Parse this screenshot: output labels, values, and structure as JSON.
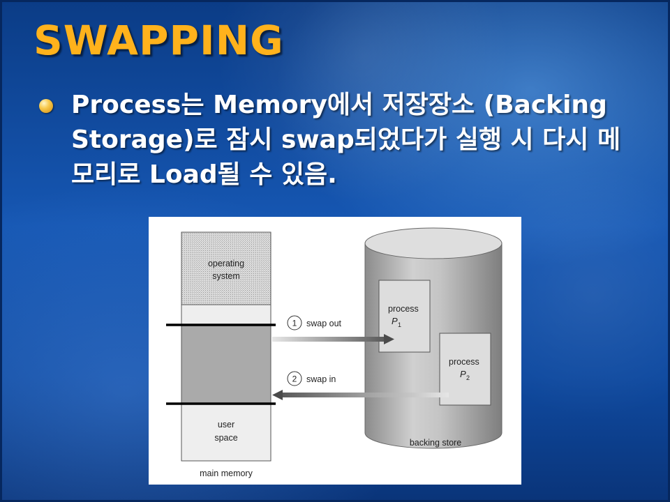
{
  "slide": {
    "title": "SWAPPING",
    "bullet": "Process는 Memory에서 저장장소 (Backing Storage)로 잠시 swap되었다가 실행 시 다시 메모리로 Load될 수 있음.",
    "colors": {
      "title": "#ffb21c",
      "background": "#1657b3",
      "text": "#ffffff"
    }
  },
  "diagram": {
    "memory": {
      "os_line1": "operating",
      "os_line2": "system",
      "user_line1": "user",
      "user_line2": "space",
      "label": "main memory"
    },
    "steps": [
      {
        "number": "1",
        "label": "swap out"
      },
      {
        "number": "2",
        "label": "swap in"
      }
    ],
    "store": {
      "label": "backing store",
      "process1": {
        "name": "process",
        "var": "P",
        "sub": "1"
      },
      "process2": {
        "name": "process",
        "var": "P",
        "sub": "2"
      }
    }
  }
}
